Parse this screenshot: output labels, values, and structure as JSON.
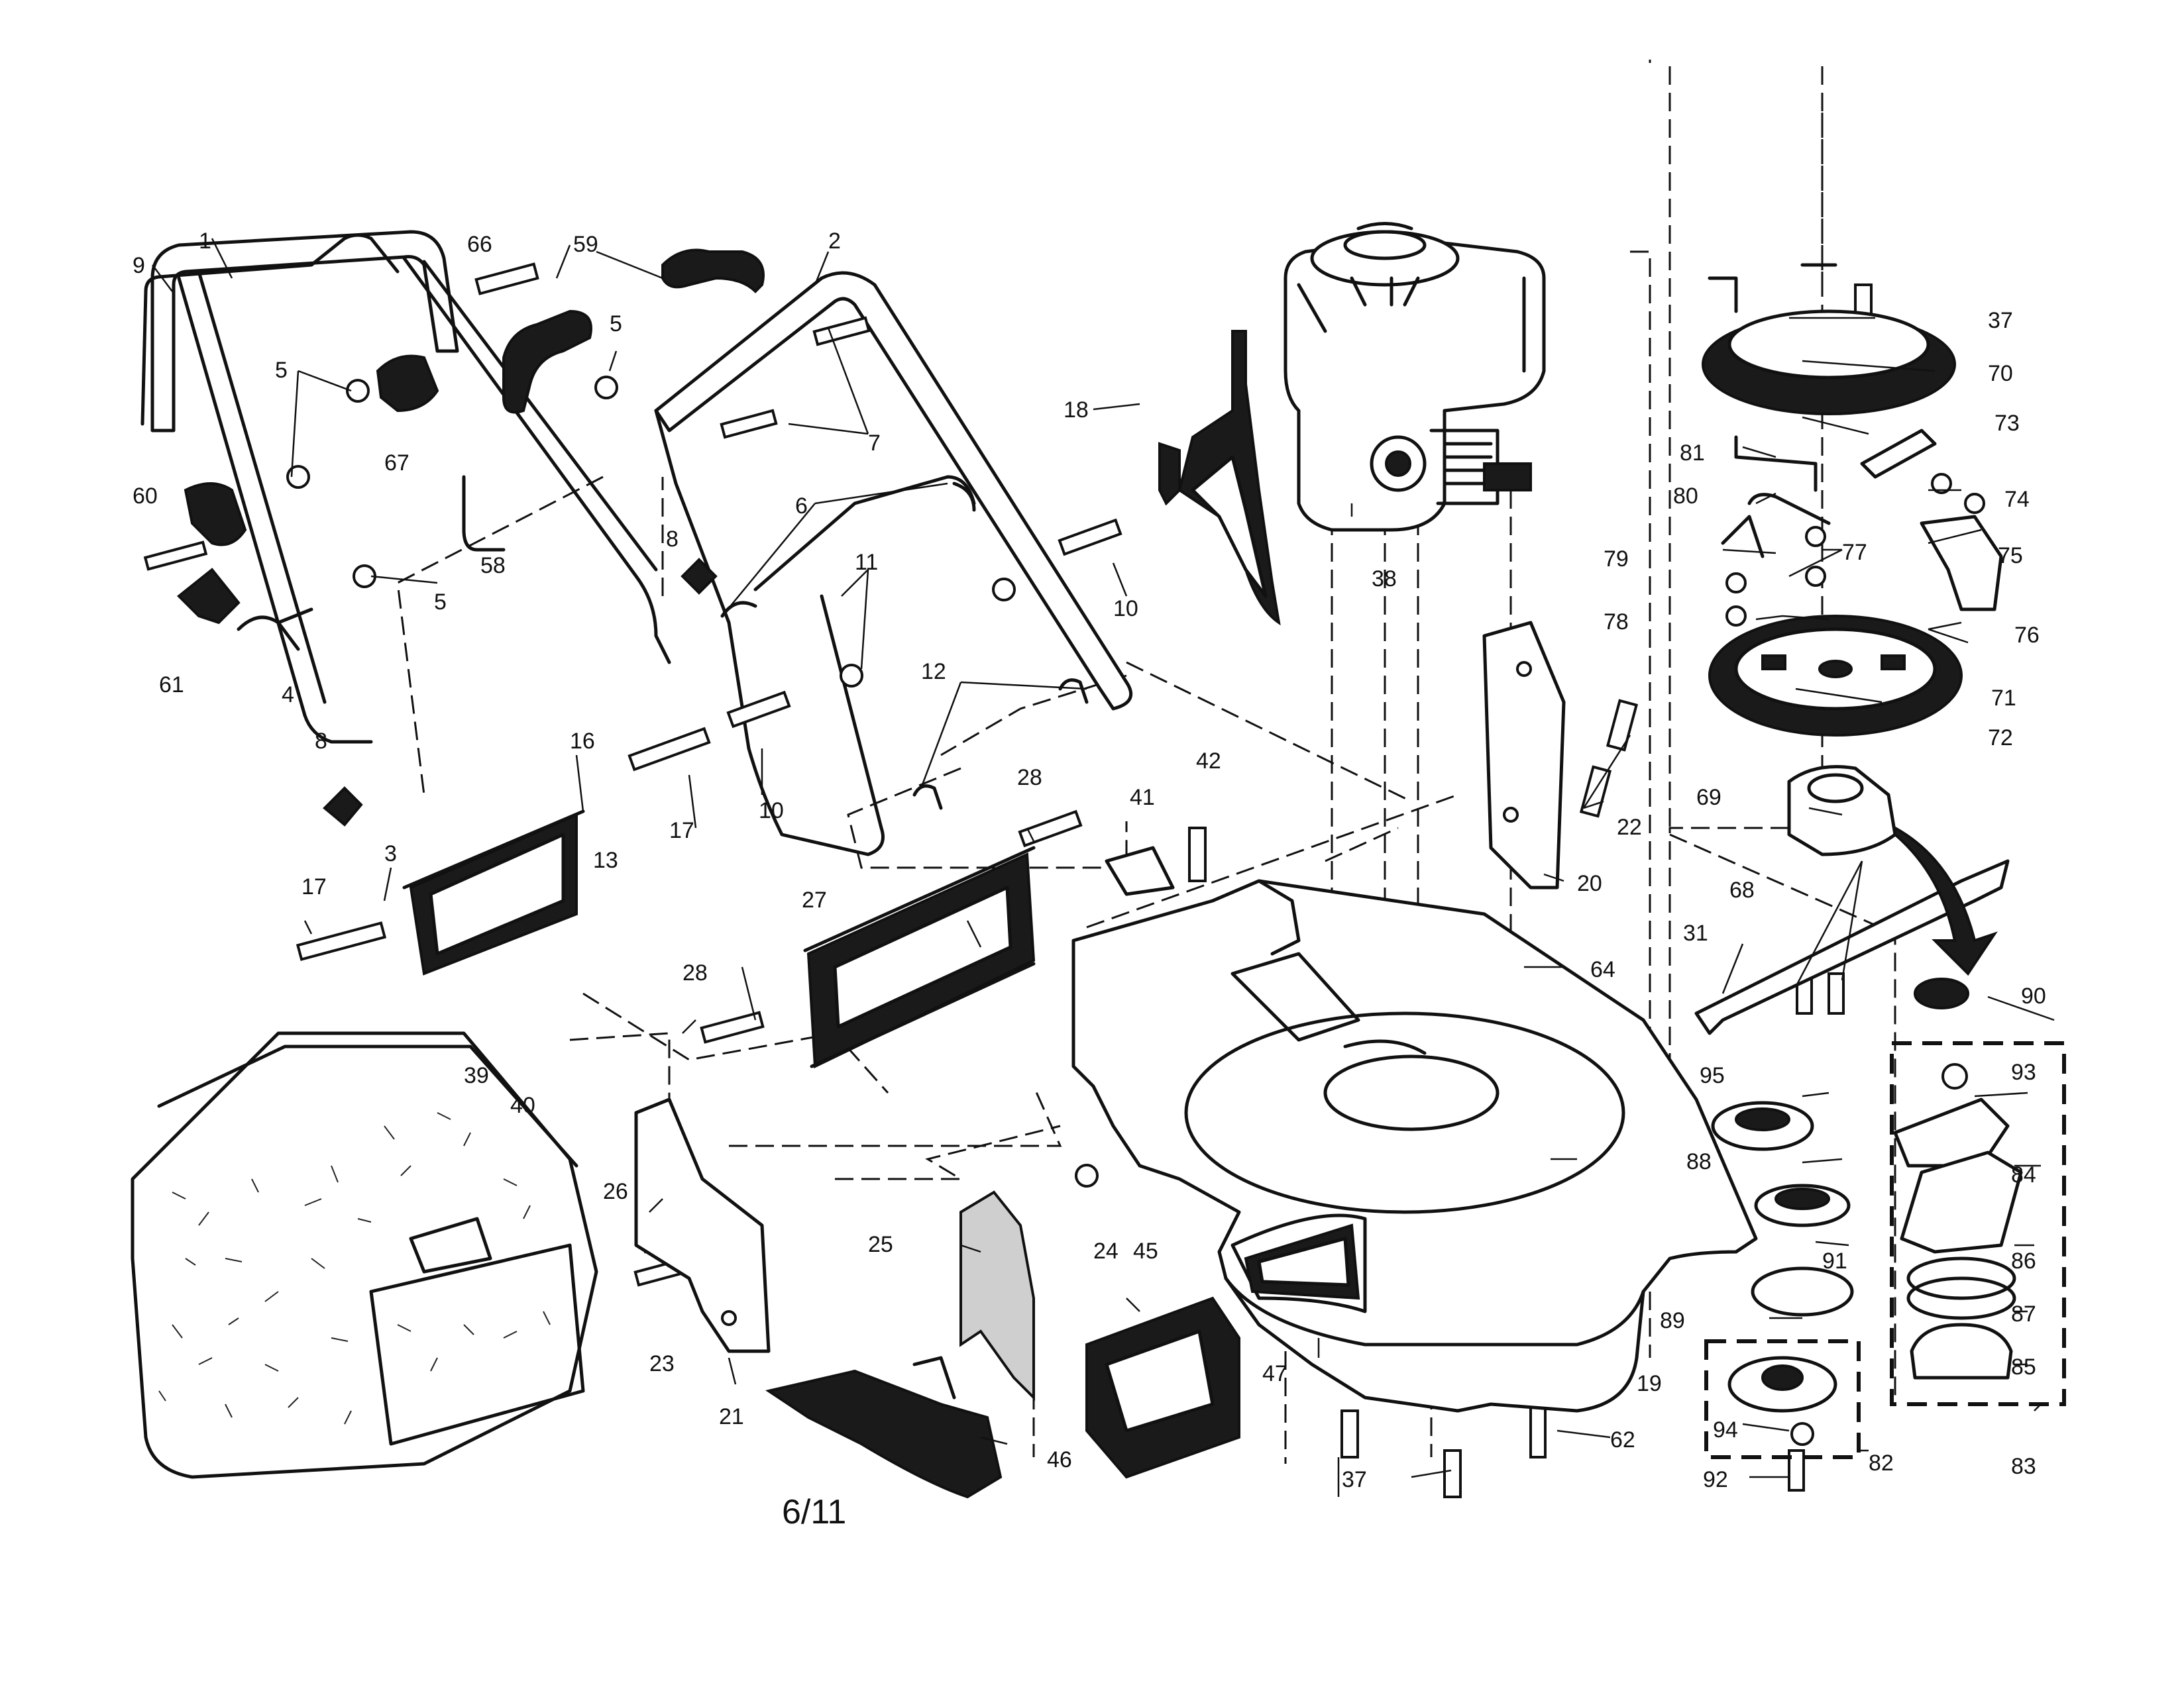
{
  "page": {
    "number": "6/11"
  },
  "callouts": [
    {
      "id": "c1",
      "label": "1"
    },
    {
      "id": "c2",
      "label": "2"
    },
    {
      "id": "c3",
      "label": "3"
    },
    {
      "id": "c4",
      "label": "4"
    },
    {
      "id": "c5a",
      "label": "5"
    },
    {
      "id": "c5b",
      "label": "5"
    },
    {
      "id": "c5c",
      "label": "5"
    },
    {
      "id": "c6",
      "label": "6"
    },
    {
      "id": "c7",
      "label": "7"
    },
    {
      "id": "c8a",
      "label": "8"
    },
    {
      "id": "c8b",
      "label": "8"
    },
    {
      "id": "c9",
      "label": "9"
    },
    {
      "id": "c10a",
      "label": "10"
    },
    {
      "id": "c10b",
      "label": "10"
    },
    {
      "id": "c11",
      "label": "11"
    },
    {
      "id": "c12",
      "label": "12"
    },
    {
      "id": "c13",
      "label": "13"
    },
    {
      "id": "c16",
      "label": "16"
    },
    {
      "id": "c17a",
      "label": "17"
    },
    {
      "id": "c17b",
      "label": "17"
    },
    {
      "id": "c18",
      "label": "18"
    },
    {
      "id": "c19",
      "label": "19"
    },
    {
      "id": "c20",
      "label": "20"
    },
    {
      "id": "c21",
      "label": "21"
    },
    {
      "id": "c22",
      "label": "22"
    },
    {
      "id": "c23",
      "label": "23"
    },
    {
      "id": "c24",
      "label": "24"
    },
    {
      "id": "c25",
      "label": "25"
    },
    {
      "id": "c26",
      "label": "26"
    },
    {
      "id": "c27",
      "label": "27"
    },
    {
      "id": "c28a",
      "label": "28"
    },
    {
      "id": "c28b",
      "label": "28"
    },
    {
      "id": "c31",
      "label": "31"
    },
    {
      "id": "c37a",
      "label": "37"
    },
    {
      "id": "c37b",
      "label": "37"
    },
    {
      "id": "c38",
      "label": "38"
    },
    {
      "id": "c39",
      "label": "39"
    },
    {
      "id": "c40",
      "label": "40"
    },
    {
      "id": "c41",
      "label": "41"
    },
    {
      "id": "c42",
      "label": "42"
    },
    {
      "id": "c45",
      "label": "45"
    },
    {
      "id": "c46",
      "label": "46"
    },
    {
      "id": "c47",
      "label": "47"
    },
    {
      "id": "c58",
      "label": "58"
    },
    {
      "id": "c59",
      "label": "59"
    },
    {
      "id": "c60",
      "label": "60"
    },
    {
      "id": "c61",
      "label": "61"
    },
    {
      "id": "c62",
      "label": "62"
    },
    {
      "id": "c64",
      "label": "64"
    },
    {
      "id": "c66",
      "label": "66"
    },
    {
      "id": "c67",
      "label": "67"
    },
    {
      "id": "c68",
      "label": "68"
    },
    {
      "id": "c69",
      "label": "69"
    },
    {
      "id": "c70",
      "label": "70"
    },
    {
      "id": "c71",
      "label": "71"
    },
    {
      "id": "c72",
      "label": "72"
    },
    {
      "id": "c73",
      "label": "73"
    },
    {
      "id": "c74",
      "label": "74"
    },
    {
      "id": "c75",
      "label": "75"
    },
    {
      "id": "c76",
      "label": "76"
    },
    {
      "id": "c77",
      "label": "77"
    },
    {
      "id": "c78",
      "label": "78"
    },
    {
      "id": "c79",
      "label": "79"
    },
    {
      "id": "c80",
      "label": "80"
    },
    {
      "id": "c81",
      "label": "81"
    },
    {
      "id": "c82",
      "label": "82"
    },
    {
      "id": "c83",
      "label": "83"
    },
    {
      "id": "c84",
      "label": "84"
    },
    {
      "id": "c85",
      "label": "85"
    },
    {
      "id": "c86",
      "label": "86"
    },
    {
      "id": "c87",
      "label": "87"
    },
    {
      "id": "c88",
      "label": "88"
    },
    {
      "id": "c89",
      "label": "89"
    },
    {
      "id": "c90",
      "label": "90"
    },
    {
      "id": "c91",
      "label": "91"
    },
    {
      "id": "c92",
      "label": "92"
    },
    {
      "id": "c93",
      "label": "93"
    },
    {
      "id": "c94",
      "label": "94"
    },
    {
      "id": "c95",
      "label": "95"
    }
  ]
}
